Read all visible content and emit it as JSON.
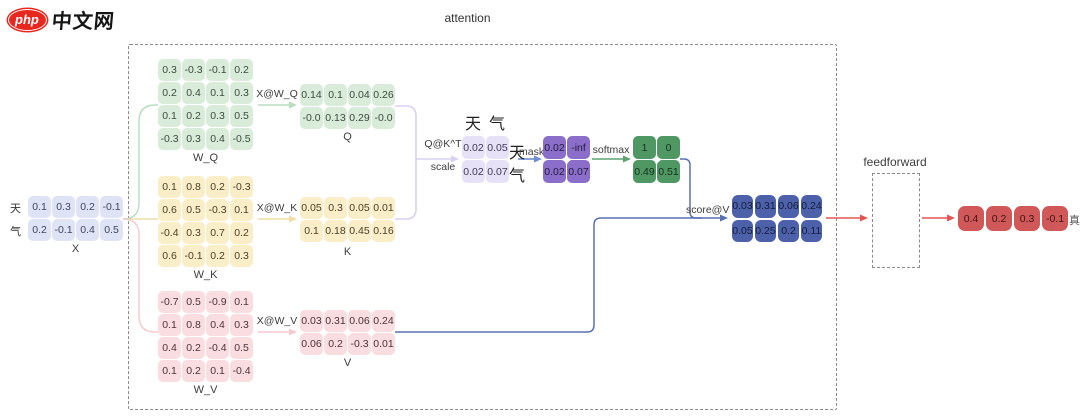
{
  "logo": {
    "badge": "php",
    "text": "中文网"
  },
  "title": "attention",
  "input": {
    "row_labels": [
      "天",
      "气"
    ]
  },
  "matrices": {
    "x": {
      "label": "X",
      "values": [
        [
          "0.1",
          "0.3",
          "0.2",
          "-0.1"
        ],
        [
          "0.2",
          "-0.1",
          "0.4",
          "0.5"
        ]
      ]
    },
    "wq": {
      "label": "W_Q",
      "values": [
        [
          "0.3",
          "-0.3",
          "-0.1",
          "0.2"
        ],
        [
          "0.2",
          "0.4",
          "0.1",
          "0.3"
        ],
        [
          "0.1",
          "0.2",
          "0.3",
          "0.5"
        ],
        [
          "-0.3",
          "0.3",
          "0.4",
          "-0.5"
        ]
      ]
    },
    "q": {
      "label": "Q",
      "values": [
        [
          "0.14",
          "0.1",
          "0.04",
          "0.26"
        ],
        [
          "-0.0",
          "0.13",
          "0.29",
          "-0.0"
        ]
      ]
    },
    "wk": {
      "label": "W_K",
      "values": [
        [
          "0.1",
          "0.8",
          "0.2",
          "-0.3"
        ],
        [
          "0.6",
          "0.5",
          "-0.3",
          "0.1"
        ],
        [
          "-0.4",
          "0.3",
          "0.7",
          "0.2"
        ],
        [
          "0.6",
          "-0.1",
          "0.2",
          "0.3"
        ]
      ]
    },
    "k": {
      "label": "K",
      "values": [
        [
          "0.05",
          "0.3",
          "0.05",
          "0.01"
        ],
        [
          "0.1",
          "0.18",
          "0.45",
          "0.16"
        ]
      ]
    },
    "wv": {
      "label": "W_V",
      "values": [
        [
          "-0.7",
          "0.5",
          "-0.9",
          "0.1"
        ],
        [
          "0.1",
          "0.8",
          "0.4",
          "0.3"
        ],
        [
          "0.4",
          "0.2",
          "-0.4",
          "0.5"
        ],
        [
          "0.1",
          "0.2",
          "0.1",
          "-0.4"
        ]
      ]
    },
    "v": {
      "label": "V",
      "values": [
        [
          "0.03",
          "0.31",
          "0.06",
          "0.24"
        ],
        [
          "0.06",
          "0.2",
          "-0.3",
          "0.01"
        ]
      ]
    },
    "scale": {
      "col_headers": [
        "天",
        "气"
      ],
      "row_labels": [
        "天",
        "气"
      ],
      "values": [
        [
          "0.02",
          "0.05"
        ],
        [
          "0.02",
          "0.07"
        ]
      ]
    },
    "mask": {
      "values": [
        [
          "0.02",
          "-inf"
        ],
        [
          "0.02",
          "0.07"
        ]
      ]
    },
    "softmax": {
      "values": [
        [
          "1",
          "0"
        ],
        [
          "0.49",
          "0.51"
        ]
      ]
    },
    "score": {
      "values": [
        [
          "0.03",
          "0.31",
          "0.06",
          "0.24"
        ],
        [
          "0.05",
          "0.25",
          "0.2",
          "0.11"
        ]
      ]
    },
    "output": {
      "values": [
        [
          "0.4",
          "0.2",
          "0.3",
          "-0.1"
        ]
      ],
      "label": "真"
    }
  },
  "arrows": {
    "xwq": "X@W_Q",
    "xwk": "X@W_K",
    "xwv": "X@W_V",
    "qkt": "Q@K^T",
    "scale": "scale",
    "mask": "mask",
    "softmax": "softmax",
    "scorev": "score@V"
  },
  "feedforward": {
    "label": "feedforward"
  },
  "colors": {
    "logo_red": "#e8281e",
    "x_bg": "#dfe3f6",
    "green_bg": "#d9ecda",
    "yellow_bg": "#faeec9",
    "pink_bg": "#fadde0",
    "scale_bg": "#e7e1f8",
    "mask_bg": "#8a6ec9",
    "softmax_bg": "#4f9763",
    "score_bg": "#4c61a9",
    "output_bg": "#d15858",
    "arrow_xq": "#b9ddc1",
    "arrow_xk": "#f0dea6",
    "arrow_xv": "#f6c9cf",
    "arrow_lavender": "#d8d0f0",
    "arrow_blue": "#6e8ed0",
    "arrow_green": "#5fa273",
    "line_blue": "#5871b5",
    "arrow_red": "#e25555"
  }
}
